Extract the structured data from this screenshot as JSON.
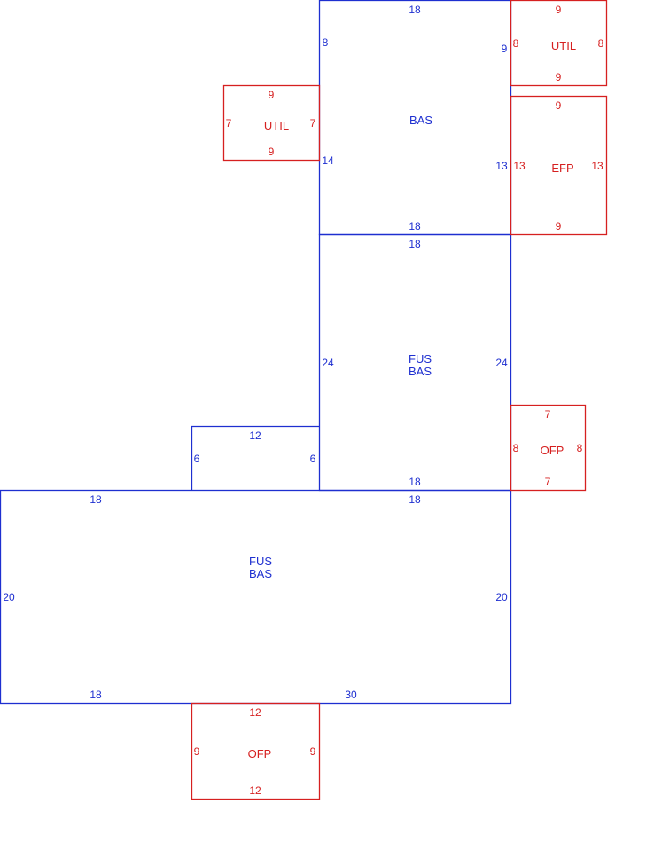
{
  "colors": {
    "main": "#1e2fd0",
    "addition": "#d62020",
    "background": "#ffffff"
  },
  "areas": {
    "bas_top": {
      "label": "BAS",
      "top": "18",
      "bottom": "18",
      "left_a": "8",
      "left_b": "14",
      "right_a": "9",
      "right_b": "13"
    },
    "fus_bas_mid": {
      "label_1": "FUS",
      "label_2": "BAS",
      "top": "18",
      "bottom": "18",
      "left": "24",
      "right": "24"
    },
    "step": {
      "top": "12",
      "left": "6",
      "right": "6"
    },
    "fus_bas_lower": {
      "label_1": "FUS",
      "label_2": "BAS",
      "top_left": "18",
      "top_right": "18",
      "left": "20",
      "right": "20",
      "bottom_left": "18",
      "bottom_right": "30"
    },
    "util_right": {
      "label": "UTIL",
      "top": "9",
      "bottom": "9",
      "left": "8",
      "right": "8"
    },
    "util_left": {
      "label": "UTIL",
      "top": "9",
      "bottom": "9",
      "left": "7",
      "right": "7"
    },
    "efp": {
      "label": "EFP",
      "top": "9",
      "bottom": "9",
      "left": "13",
      "right": "13"
    },
    "ofp_right": {
      "label": "OFP",
      "top": "7",
      "bottom": "7",
      "left": "8",
      "right": "8"
    },
    "ofp_bottom": {
      "label": "OFP",
      "top": "12",
      "bottom": "12",
      "left": "9",
      "right": "9"
    }
  }
}
